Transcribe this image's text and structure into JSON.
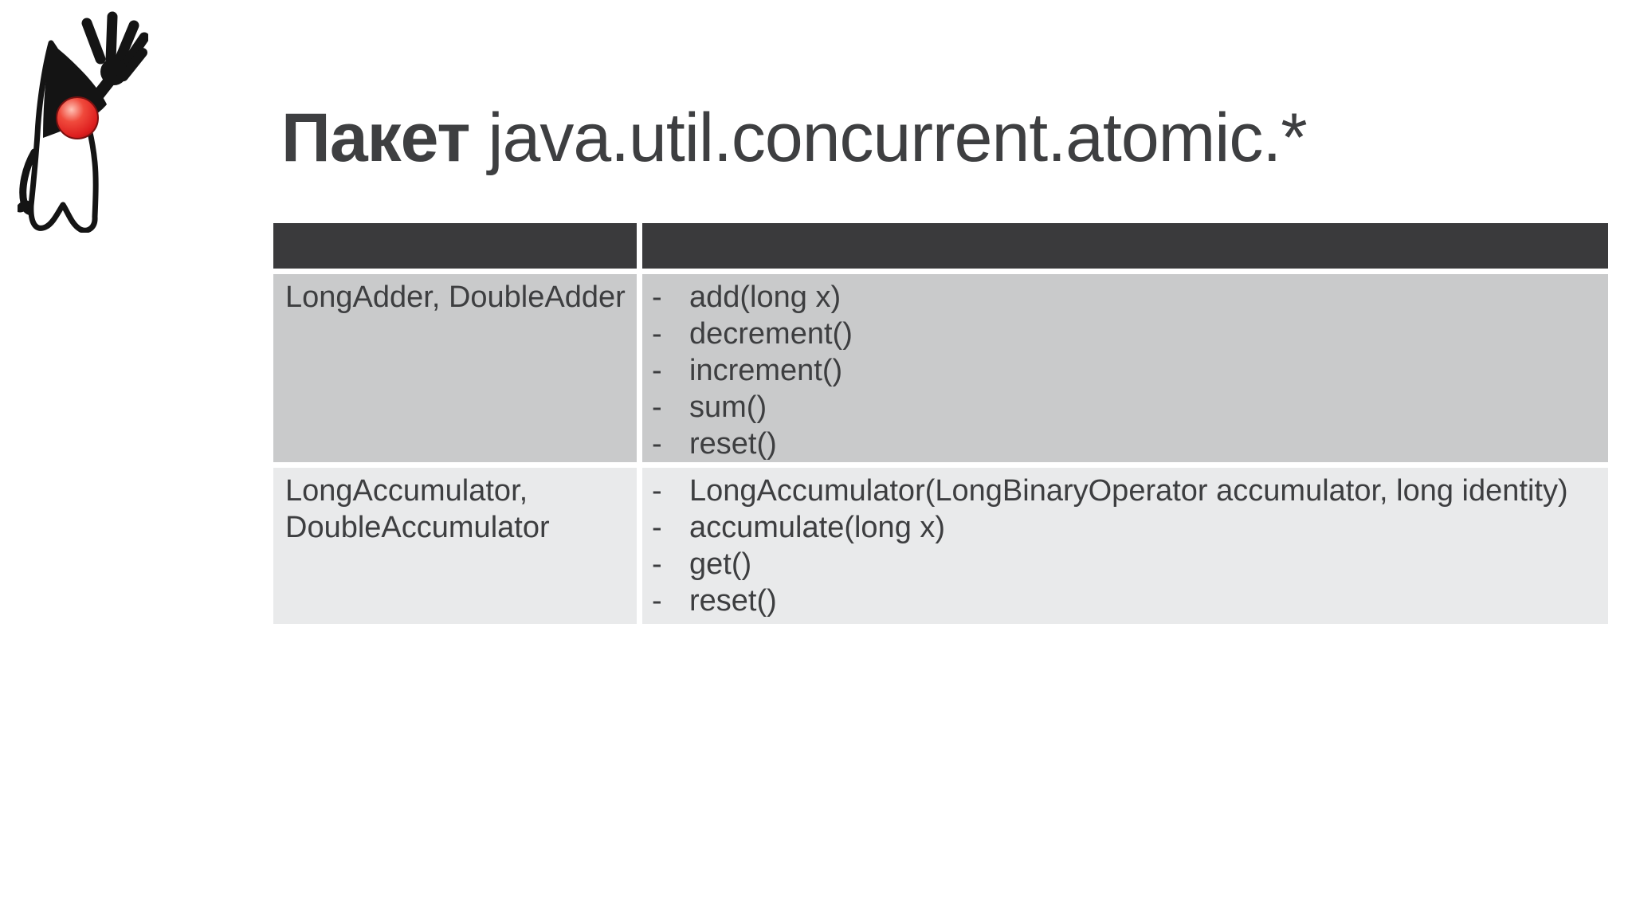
{
  "title": {
    "bold": "Пакет",
    "regular": " java.util.concurrent.atomic.*"
  },
  "logo": {
    "name": "java-duke-mascot"
  },
  "table": {
    "bullet": "-",
    "header": {
      "col1": "",
      "col2": ""
    },
    "rows": [
      {
        "classes": "LongAdder, DoubleAdder",
        "methods": [
          "add(long x)",
          "decrement()",
          "increment()",
          "sum()",
          "reset()"
        ]
      },
      {
        "classes": "LongAccumulator, DoubleAccumulator",
        "methods": [
          "LongAccumulator(LongBinaryOperator accumulator, long identity)",
          "accumulate(long x)",
          "get()",
          "reset()"
        ]
      }
    ]
  },
  "colors": {
    "header_bg": "#3a3a3c",
    "row_odd_bg": "#c9cacb",
    "row_even_bg": "#e9eaeb",
    "text": "#3d3e40",
    "title_text": "#3e3f41",
    "duke_black": "#141414",
    "duke_nose_red": "#e22b2b",
    "background": "#ffffff"
  }
}
